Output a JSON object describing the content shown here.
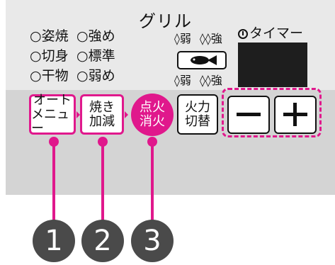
{
  "title": "グリル",
  "left_options": [
    "○姿焼",
    "○切身",
    "○干物"
  ],
  "right_options": [
    "○強め",
    "○標準",
    "○弱め"
  ],
  "heat_top": {
    "weak": "◊弱",
    "strong": "◊◊強"
  },
  "heat_bottom": {
    "weak": "◊弱",
    "strong": "◊◊強"
  },
  "timer_label": "タイマー",
  "keys": {
    "auto_menu": [
      "オート",
      "メニュー"
    ],
    "adjust": [
      "焼き",
      "加減"
    ],
    "ignite": [
      "点火",
      "消火"
    ],
    "heat_switch": [
      "火力",
      "切替"
    ],
    "minus": "ー",
    "plus": "+"
  },
  "callouts": [
    "1",
    "2",
    "3"
  ],
  "colors": {
    "accent": "#e0188c",
    "callout": "#4a4a4a"
  }
}
